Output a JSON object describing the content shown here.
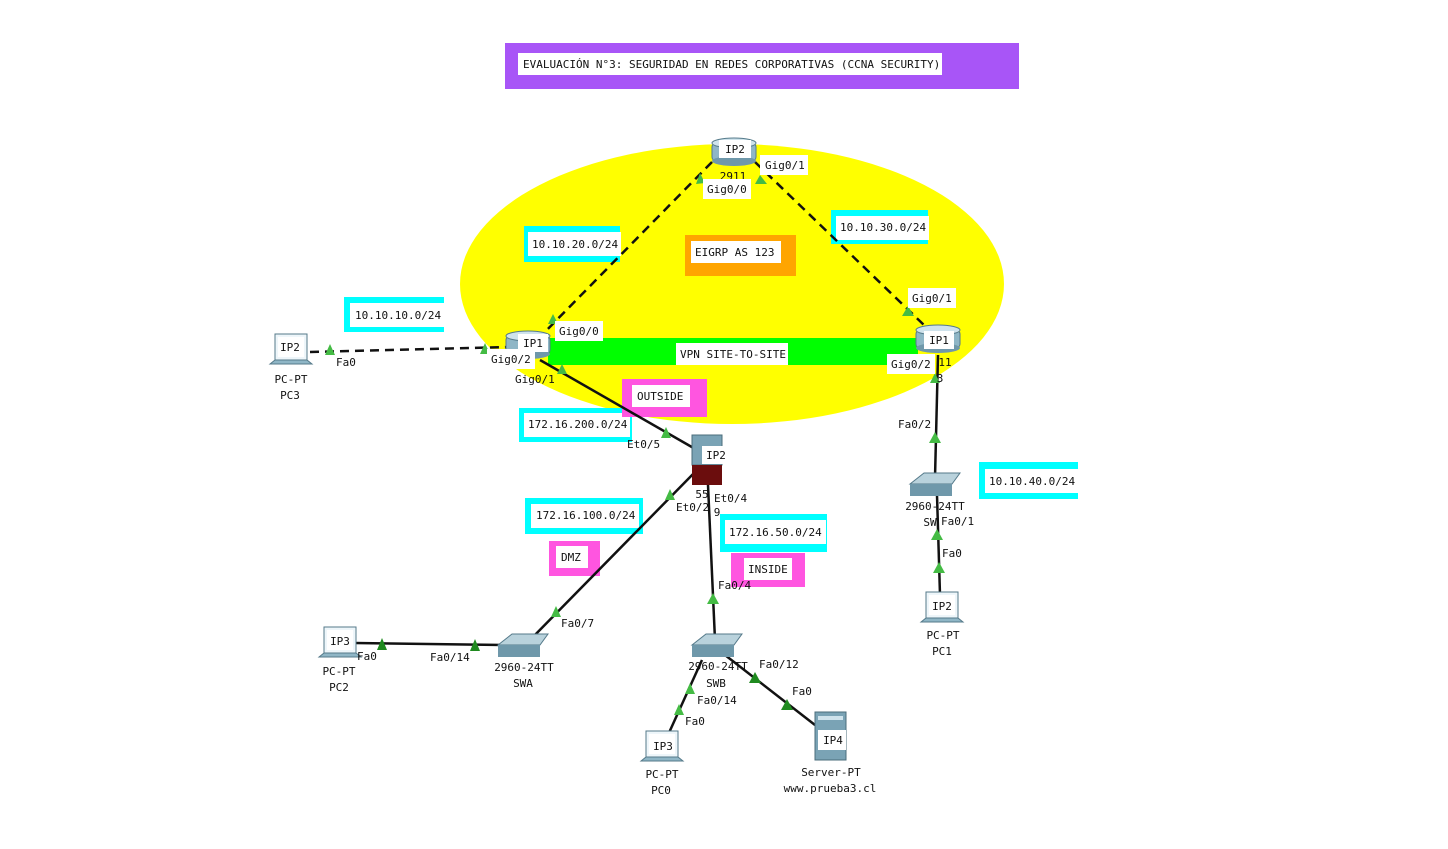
{
  "title": "EVALUACIÓN N°3: SEGURIDAD EN REDES CORPORATIVAS (CCNA SECURITY)",
  "colors": {
    "title_box": "#a855f7",
    "eigrp_zone": "#ffff00",
    "network_box": "#00ffff",
    "zone_box": "#ff55e0",
    "eigrp_box": "#ffa500",
    "vpn_bar": "#00ff00",
    "link": "#111111",
    "link_up": "#44bb44",
    "link_up_dark": "#1f8a1f",
    "firewall": "#6b0d0d"
  },
  "labels": {
    "eigrp": "EIGRP AS 123",
    "vpn": "VPN SITE-TO-SITE",
    "outside": "OUTSIDE",
    "dmz": "DMZ",
    "inside": "INSIDE"
  },
  "networks": {
    "n20": "10.10.20.0/24",
    "n30": "10.10.30.0/24",
    "n10": "10.10.10.0/24",
    "n40": "10.10.40.0/24",
    "n200": "172.16.200.0/24",
    "n100": "172.16.100.0/24",
    "n50": "172.16.50.0/24"
  },
  "devices": {
    "r_top": {
      "tag": "IP2",
      "model": "2911"
    },
    "r_left": {
      "tag": "IP1"
    },
    "r_right": {
      "tag": "IP1",
      "model_frag": "11",
      "model_frag2": "3"
    },
    "asa": {
      "tag": "IP2",
      "model_frag": "55",
      "model_frag2": "9"
    },
    "pc3": {
      "tag": "IP2",
      "model": "PC-PT",
      "name": "PC3"
    },
    "pc2": {
      "tag": "IP3",
      "model": "PC-PT",
      "name": "PC2"
    },
    "pc0": {
      "tag": "IP3",
      "model": "PC-PT",
      "name": "PC0"
    },
    "pc1": {
      "tag": "IP2",
      "model": "PC-PT",
      "name": "PC1"
    },
    "server": {
      "tag": "IP4",
      "model": "Server-PT",
      "name": "www.prueba3.cl"
    },
    "swa": {
      "model": "2960-24TT",
      "name": "SWA"
    },
    "swb": {
      "model": "2960-24TT",
      "name": "SWB"
    },
    "swc": {
      "model": "2960-24TT",
      "name": "SW"
    }
  },
  "ports": {
    "top_gig01": "Gig0/1",
    "top_gig00": "Gig0/0",
    "left_gig00": "Gig0/0",
    "left_gig02": "Gig0/2",
    "left_gig01": "Gig0/1",
    "right_gig01": "Gig0/1",
    "right_gig02": "Gig0/2",
    "pc3_fa0": "Fa0",
    "asa_et05": "Et0/5",
    "asa_et04": "Et0/4",
    "asa_et02": "Et0/2",
    "swb_fa04": "Fa0/4",
    "swa_fa07": "Fa0/7",
    "swa_fa014": "Fa0/14",
    "pc2_fa0": "Fa0",
    "swb_fa012": "Fa0/12",
    "server_fa0": "Fa0",
    "swb_fa014": "Fa0/14",
    "pc0_fa0": "Fa0",
    "right_fa02": "Fa0/2",
    "swc_fa01": "Fa0/1",
    "pc1_fa0": "Fa0"
  }
}
